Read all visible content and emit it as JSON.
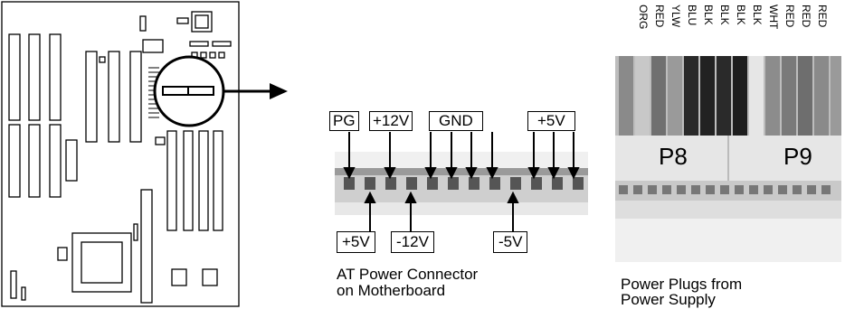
{
  "connector": {
    "labels": {
      "pg": "PG",
      "plus12v": "+12V",
      "gnd": "GND",
      "plus5v_top": "+5V",
      "plus5v_bottom": "+5V",
      "minus12v": "-12V",
      "minus5v": "-5V"
    },
    "caption_line1": "AT Power Connector",
    "caption_line2": "on Motherboard"
  },
  "plugs": {
    "p8": "P8",
    "p9": "P9",
    "wire_colors": [
      "ORG",
      "RED",
      "YLW",
      "BLU",
      "BLK",
      "BLK",
      "BLK",
      "BLK",
      "WHT",
      "RED",
      "RED",
      "RED"
    ],
    "caption_line1": "Power Plugs from",
    "caption_line2": "Power Supply"
  }
}
